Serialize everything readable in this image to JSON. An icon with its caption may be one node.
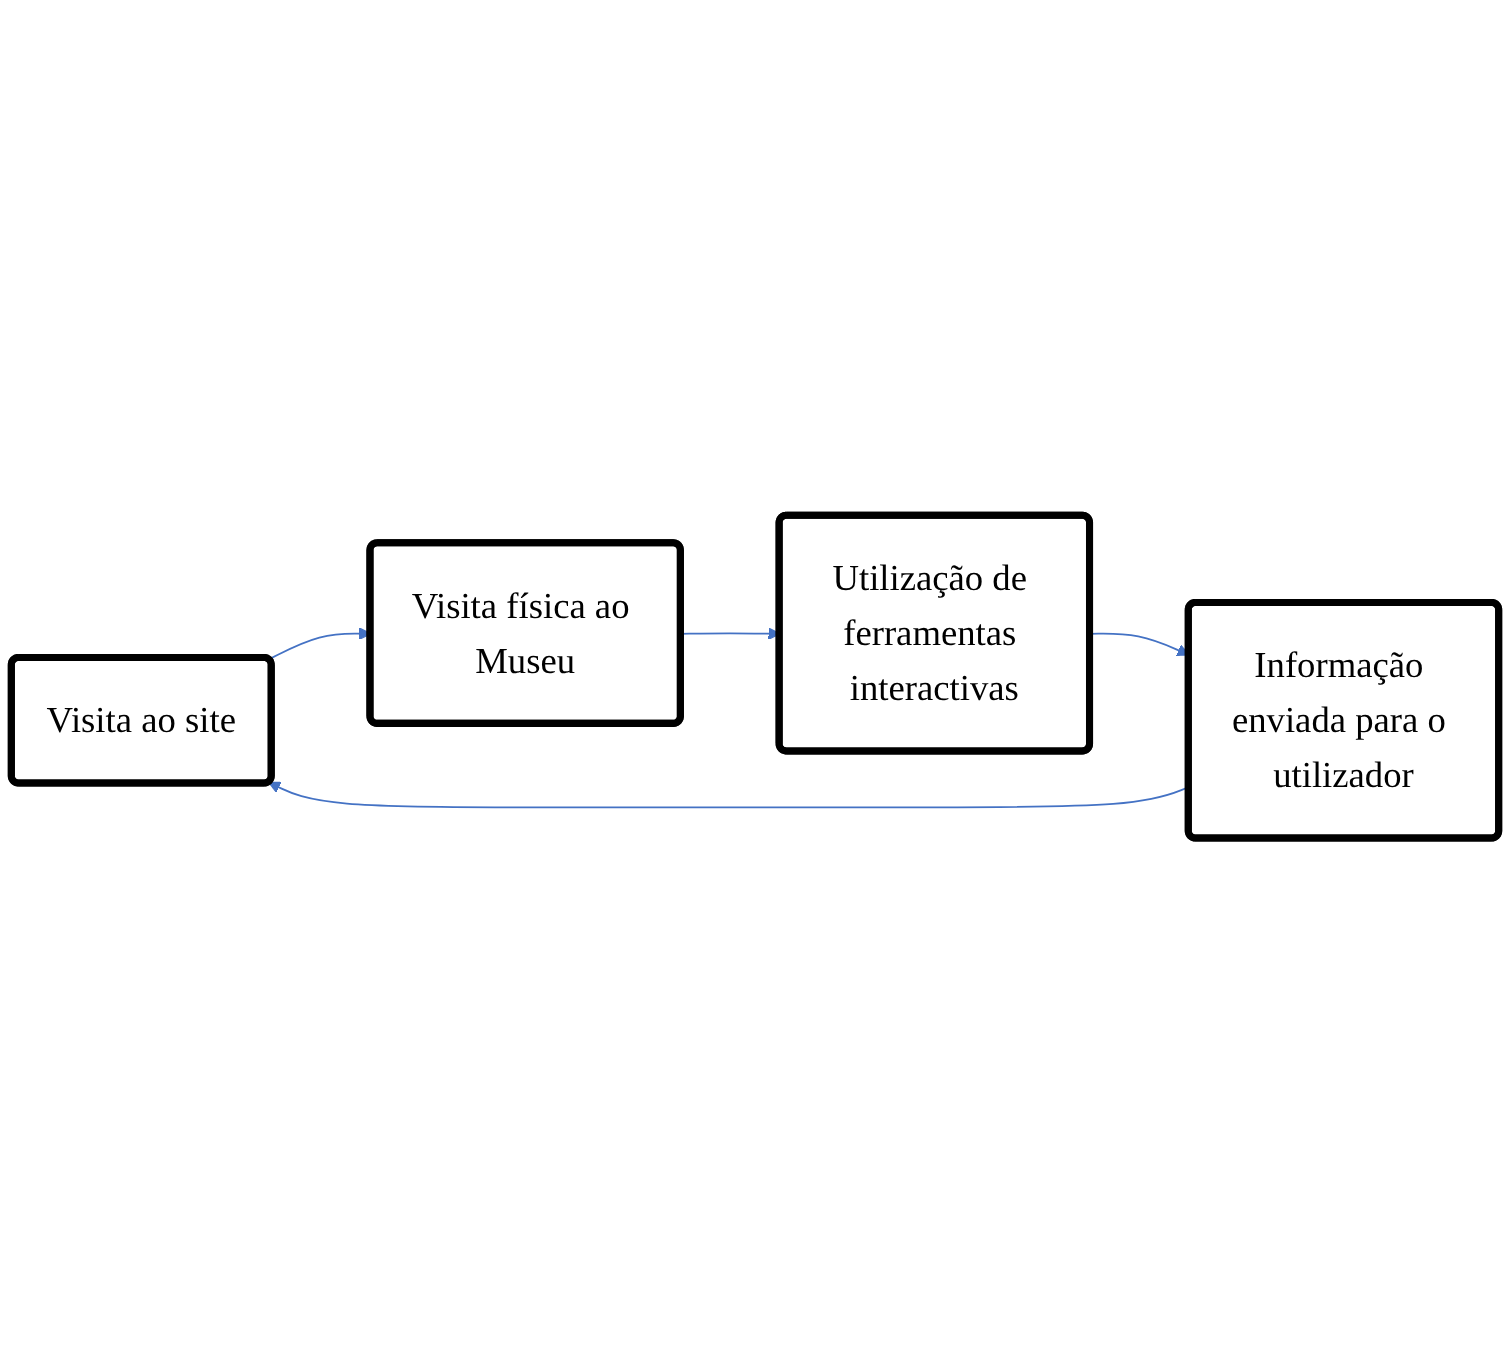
{
  "diagram": {
    "nodes": [
      {
        "text": [
          "Visita ao site"
        ]
      },
      {
        "text": [
          "Visita física ao Museu"
        ]
      },
      {
        "text": [
          "Utilização de ferramentas interactivas"
        ]
      },
      {
        "text": [
          "Informação enviada para o utilizador"
        ]
      }
    ],
    "edges": [
      {
        "from": 0,
        "to": 1,
        "arrow": "to"
      },
      {
        "from": 1,
        "to": 2,
        "arrow": "to"
      },
      {
        "from": 2,
        "to": 3,
        "arrow": "to"
      },
      {
        "from": 3,
        "to": 0,
        "arrow": "to"
      }
    ]
  }
}
